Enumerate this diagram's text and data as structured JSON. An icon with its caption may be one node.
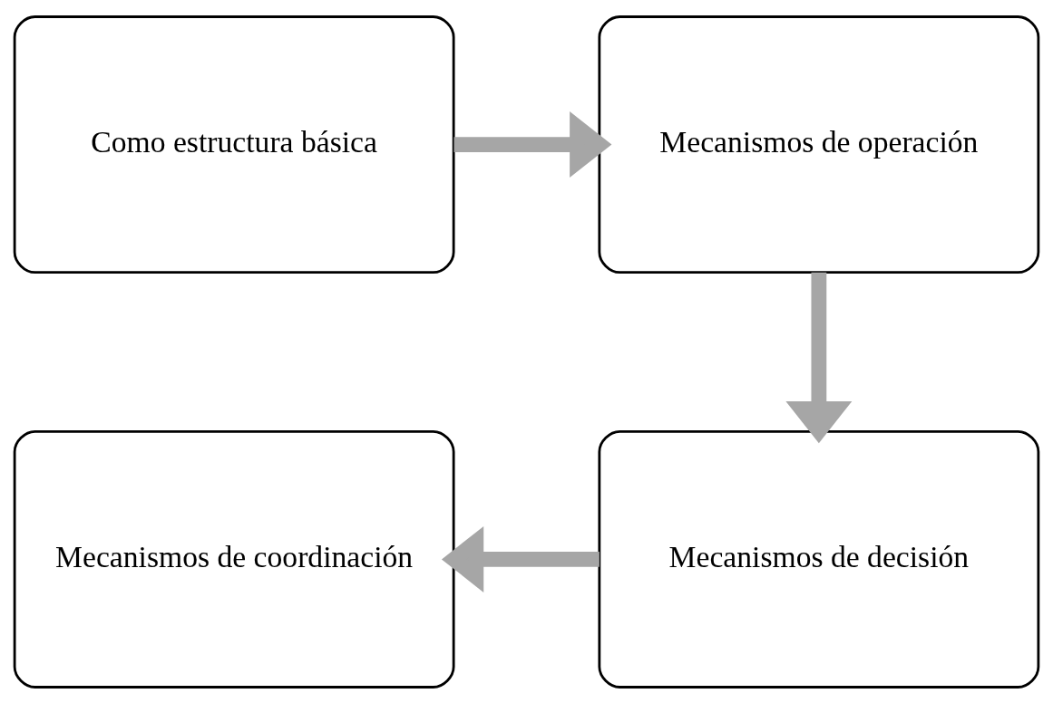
{
  "diagram": {
    "nodes": [
      {
        "text": [
          "Como estructura básica"
        ]
      },
      {
        "text": [
          "Mecanismos de operación"
        ]
      },
      {
        "text": [
          "Mecanismos de decisión"
        ]
      },
      {
        "text": [
          "Mecanismos de coordinación"
        ]
      }
    ],
    "edges": [
      {
        "from": 0,
        "to": 1,
        "arrow": "to"
      },
      {
        "from": 1,
        "to": 2,
        "arrow": "to"
      },
      {
        "from": 2,
        "to": 3,
        "arrow": "to"
      }
    ]
  }
}
